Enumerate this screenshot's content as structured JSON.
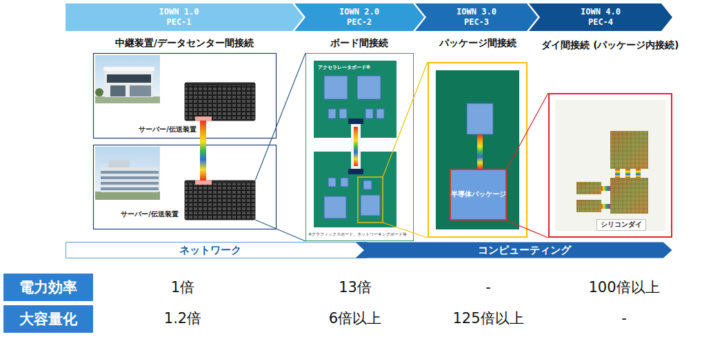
{
  "diagram": {
    "nodes": [
      {
        "text": [
          "IOWN 1.0",
          "PEC-1"
        ]
      },
      {
        "text": [
          "IOWN 2.0",
          "PEC-2"
        ]
      },
      {
        "text": [
          "IOWN 3.0",
          "PEC-3"
        ]
      },
      {
        "text": [
          "IOWN 4.0",
          "PEC-4"
        ]
      },
      {
        "text": [
          "サーバー/伝送装置"
        ]
      },
      {
        "text": [
          "サーバー/伝送装置"
        ]
      },
      {
        "text": [
          "ボード間接続",
          "※グラフィックスボード、ネットワーキングボード等"
        ]
      },
      {
        "text": [
          "アクセラレータボード※"
        ],
        "in": 6
      },
      {
        "text": [
          "パッケージ間接続"
        ]
      },
      {
        "text": [
          "半導体パッケージ"
        ],
        "in": 8
      },
      {
        "text": [
          "ダイ間接続 (パッケージ内接続)"
        ]
      },
      {
        "text": [
          "シリコンダイ"
        ],
        "in": 10
      },
      {
        "text": [
          "ネットワーク"
        ]
      },
      {
        "text": [
          "コンピューティング"
        ]
      },
      {
        "text": [
          "電力効率"
        ]
      },
      {
        "text": [
          "大容量化"
        ]
      }
    ],
    "edges": [
      {
        "from": 4,
        "to": 5,
        "arrow": "none"
      },
      {
        "from": 5,
        "to": 6,
        "arrow": "none"
      },
      {
        "from": 9,
        "to": 10,
        "arrow": "none"
      }
    ],
    "labels": [
      "中継装置/データセンター間接続",
      "1倍",
      "13倍",
      "-",
      "100倍以上",
      "1.2倍",
      "6倍以上",
      "125倍以上",
      "-"
    ]
  }
}
